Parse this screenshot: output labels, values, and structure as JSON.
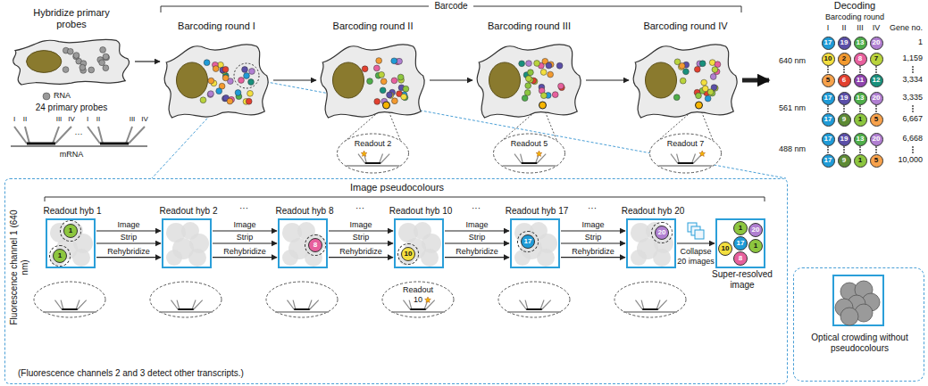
{
  "diagram": {
    "nodes": [
      {
        "text": [
          "Hybridize primary probes"
        ]
      },
      {
        "text": [
          "Barcoding round I"
        ]
      },
      {
        "text": [
          "Barcoding round II"
        ]
      },
      {
        "text": [
          "Barcoding round III"
        ]
      },
      {
        "text": [
          "Barcoding round IV"
        ]
      },
      {
        "text": [
          "Decoding"
        ]
      },
      {
        "text": [
          "17"
        ],
        "in": 5
      },
      {
        "text": [
          "19"
        ],
        "in": 5
      },
      {
        "text": [
          "13"
        ],
        "in": 5
      },
      {
        "text": [
          "20"
        ],
        "in": 5
      },
      {
        "text": [
          "10"
        ],
        "in": 5
      },
      {
        "text": [
          "2"
        ],
        "in": 5
      },
      {
        "text": [
          "8"
        ],
        "in": 5
      },
      {
        "text": [
          "7"
        ],
        "in": 5
      },
      {
        "text": [
          "5"
        ],
        "in": 5
      },
      {
        "text": [
          "6"
        ],
        "in": 5
      },
      {
        "text": [
          "11"
        ],
        "in": 5
      },
      {
        "text": [
          "12"
        ],
        "in": 5
      },
      {
        "text": [
          "17"
        ],
        "in": 5
      },
      {
        "text": [
          "19"
        ],
        "in": 5
      },
      {
        "text": [
          "13"
        ],
        "in": 5
      },
      {
        "text": [
          "20"
        ],
        "in": 5
      },
      {
        "text": [
          "17"
        ],
        "in": 5
      },
      {
        "text": [
          "9"
        ],
        "in": 5
      },
      {
        "text": [
          "1"
        ],
        "in": 5
      },
      {
        "text": [
          "5"
        ],
        "in": 5
      },
      {
        "text": [
          "17"
        ],
        "in": 5
      },
      {
        "text": [
          "19"
        ],
        "in": 5
      },
      {
        "text": [
          "13"
        ],
        "in": 5
      },
      {
        "text": [
          "20"
        ],
        "in": 5
      },
      {
        "text": [
          "17"
        ],
        "in": 5
      },
      {
        "text": [
          "9"
        ],
        "in": 5
      },
      {
        "text": [
          "1"
        ],
        "in": 5
      },
      {
        "text": [
          "5"
        ],
        "in": 5
      },
      {
        "text": [
          "Image pseudocolours"
        ]
      },
      {
        "text": [
          "Readout hyb 1"
        ],
        "in": 34
      },
      {
        "text": [
          "1"
        ],
        "in": 35
      },
      {
        "text": [
          "1"
        ],
        "in": 35
      },
      {
        "text": [
          "Readout hyb 2"
        ],
        "in": 34
      },
      {
        "text": [
          "Readout hyb 8"
        ],
        "in": 34
      },
      {
        "text": [
          "8"
        ],
        "in": 39
      },
      {
        "text": [
          "Readout hyb 10"
        ],
        "in": 34
      },
      {
        "text": [
          "10"
        ],
        "in": 41
      },
      {
        "text": [
          "Readout hyb 17"
        ],
        "in": 34
      },
      {
        "text": [
          "17"
        ],
        "in": 43
      },
      {
        "text": [
          "Readout hyb 20"
        ],
        "in": 34
      },
      {
        "text": [
          "20"
        ],
        "in": 45
      },
      {
        "text": [
          "Super-resolved image"
        ],
        "in": 34
      },
      {
        "text": [
          "1"
        ],
        "in": 47
      },
      {
        "text": [
          "20"
        ],
        "in": 47
      },
      {
        "text": [
          "17"
        ],
        "in": 47
      },
      {
        "text": [
          "10"
        ],
        "in": 47
      },
      {
        "text": [
          "1"
        ],
        "in": 47
      },
      {
        "text": [
          "8"
        ],
        "in": 47
      },
      {
        "text": [
          "Optical crowding without pseudocolours"
        ]
      }
    ],
    "edges": [
      {
        "from": 0,
        "to": 1,
        "arrow": "to"
      },
      {
        "from": 1,
        "to": 2,
        "arrow": "to"
      },
      {
        "from": 2,
        "to": 3,
        "arrow": "to"
      },
      {
        "from": 3,
        "to": 4,
        "arrow": "to"
      },
      {
        "from": 4,
        "to": 5,
        "arrow": "to"
      },
      {
        "from": 35,
        "to": 38,
        "arrow": "to",
        "label": "Image"
      },
      {
        "from": 35,
        "to": 38,
        "arrow": "to",
        "label": "Strip"
      },
      {
        "from": 35,
        "to": 38,
        "arrow": "to",
        "label": "Rehybridize"
      },
      {
        "from": 38,
        "to": 39,
        "arrow": "to",
        "label": "Image"
      },
      {
        "from": 38,
        "to": 39,
        "arrow": "to",
        "label": "Strip"
      },
      {
        "from": 38,
        "to": 39,
        "arrow": "to",
        "label": "Rehybridize"
      },
      {
        "from": 39,
        "to": 41,
        "arrow": "to",
        "label": "Image"
      },
      {
        "from": 39,
        "to": 41,
        "arrow": "to",
        "label": "Strip"
      },
      {
        "from": 39,
        "to": 41,
        "arrow": "to",
        "label": "Rehybridize"
      },
      {
        "from": 41,
        "to": 43,
        "arrow": "to",
        "label": "Image"
      },
      {
        "from": 41,
        "to": 43,
        "arrow": "to",
        "label": "Strip"
      },
      {
        "from": 41,
        "to": 43,
        "arrow": "to",
        "label": "Rehybridize"
      },
      {
        "from": 43,
        "to": 45,
        "arrow": "to",
        "label": "Image"
      },
      {
        "from": 43,
        "to": 45,
        "arrow": "to",
        "label": "Strip"
      },
      {
        "from": 43,
        "to": 45,
        "arrow": "to",
        "label": "Rehybridize"
      },
      {
        "from": 45,
        "to": 47,
        "arrow": "to",
        "label": "Collapse 20 images"
      }
    ],
    "labels": [
      "Barcode",
      "RNA",
      "24 primary probes",
      "I",
      "II",
      "III",
      "IV",
      "···",
      "I",
      "II",
      "III",
      "IV",
      "mRNA",
      "Readout 2",
      "Readout 5",
      "Readout 7",
      "Barcoding round",
      "I",
      "II",
      "III",
      "IV",
      "Gene no.",
      "1",
      "1,159",
      "3,334",
      "3,335",
      "6,667",
      "6,668",
      "10,000",
      "640 nm",
      "561 nm",
      "488 nm",
      "Fluorescence channel 1 (640 nm)",
      "···",
      "···",
      "···",
      "···",
      "Readout 10",
      "(Fluorescence channels 2 and 3 detect other transcripts.)"
    ]
  }
}
